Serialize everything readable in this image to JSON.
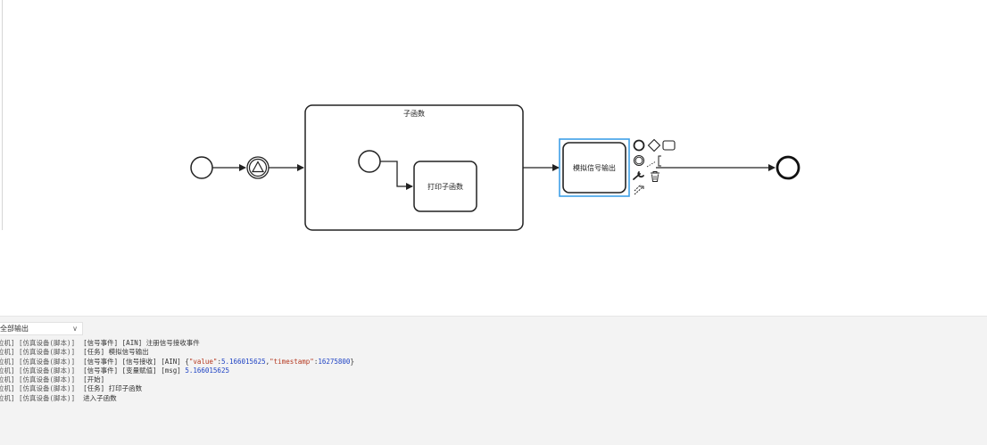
{
  "diagram": {
    "subprocess_label": "子函数",
    "task_print_label": "打印子函数",
    "task_signal_label": "模拟信号输出",
    "palette_icons": [
      "start-event-icon",
      "gateway-icon",
      "task-icon",
      "intermediate-event-icon",
      "text-annotation-icon",
      "connect-wrench-icon",
      "delete-trash-icon",
      "connector-arrow-icon"
    ]
  },
  "output_panel": {
    "filter_value": "全部输出",
    "logs": [
      {
        "src": "位机] [仿真设备(脚本)]",
        "msg": "[信号事件] [AIN] 注册信号接收事件",
        "selected": true
      },
      {
        "src": "位机] [仿真设备(脚本)]",
        "msg": "[任务] 模拟信号输出",
        "selected": false
      },
      {
        "src": "位机] [仿真设备(脚本)]",
        "msg": "[信号事件] [信号接收] [AIN] ",
        "selected": false,
        "json": {
          "k1": "\"value\"",
          "v1": "5.166015625",
          "k2": "\"timestamp\"",
          "v2": "16275800"
        }
      },
      {
        "src": "位机] [仿真设备(脚本)]",
        "msg": "[信号事件] [变量赋值] [msg] ",
        "selected": false,
        "number": "5.166015625"
      },
      {
        "src": "位机] [仿真设备(脚本)]",
        "msg": "[开始]",
        "selected": false
      },
      {
        "src": "位机] [仿真设备(脚本)]",
        "msg": "[任务] 打印子函数",
        "selected": false
      },
      {
        "src": "位机] [仿真设备(脚本)]",
        "msg": "进入子函数",
        "selected": false
      }
    ]
  },
  "colors": {
    "selection": "#3ea0e8",
    "stroke": "#222222",
    "log_string": "#b5381f",
    "log_number": "#1f43c4"
  }
}
